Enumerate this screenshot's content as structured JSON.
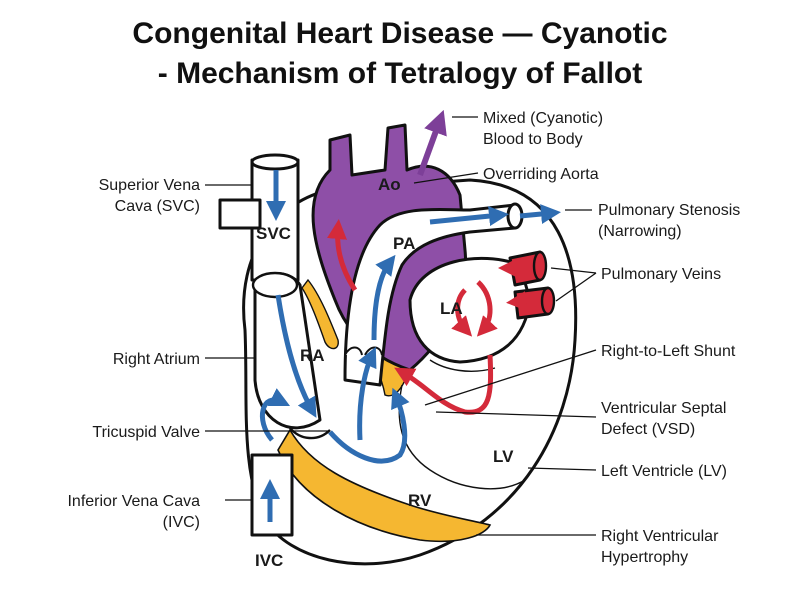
{
  "title": {
    "line1": "Congenital Heart Disease — Cyanotic",
    "line2": "- Mechanism of Tetralogy of Fallot"
  },
  "chambers": {
    "ao": "Ao",
    "svc": "SVC",
    "pa": "PA",
    "la": "LA",
    "ra": "RA",
    "lv": "LV",
    "rv": "RV",
    "ivc": "IVC"
  },
  "labels": {
    "mixed_blood_1": "Mixed (Cyanotic)",
    "mixed_blood_2": "Blood to Body",
    "overriding_aorta": "Overriding Aorta",
    "pulm_stenosis_1": "Pulmonary Stenosis",
    "pulm_stenosis_2": "(Narrowing)",
    "pulmonary_veins": "Pulmonary Veins",
    "rl_shunt": "Right-to-Left Shunt",
    "vsd_1": "Ventricular Septal",
    "vsd_2": "Defect (VSD)",
    "left_ventricle": "Left Ventricle (LV)",
    "rvh_1": "Right Ventricular",
    "rvh_2": "Hypertrophy",
    "svc_1": "Superior Vena",
    "svc_2": "Cava (SVC)",
    "right_atrium": "Right Atrium",
    "tricuspid": "Tricuspid Valve",
    "ivc_1": "Inferior Vena Cava",
    "ivc_2": "(IVC)"
  },
  "colors": {
    "deoxygenated": "#2f6db2",
    "oxygenated": "#d42a3a",
    "aorta": "#8e4fa7",
    "hypertrophy": "#f5b731",
    "outline": "#111111"
  }
}
